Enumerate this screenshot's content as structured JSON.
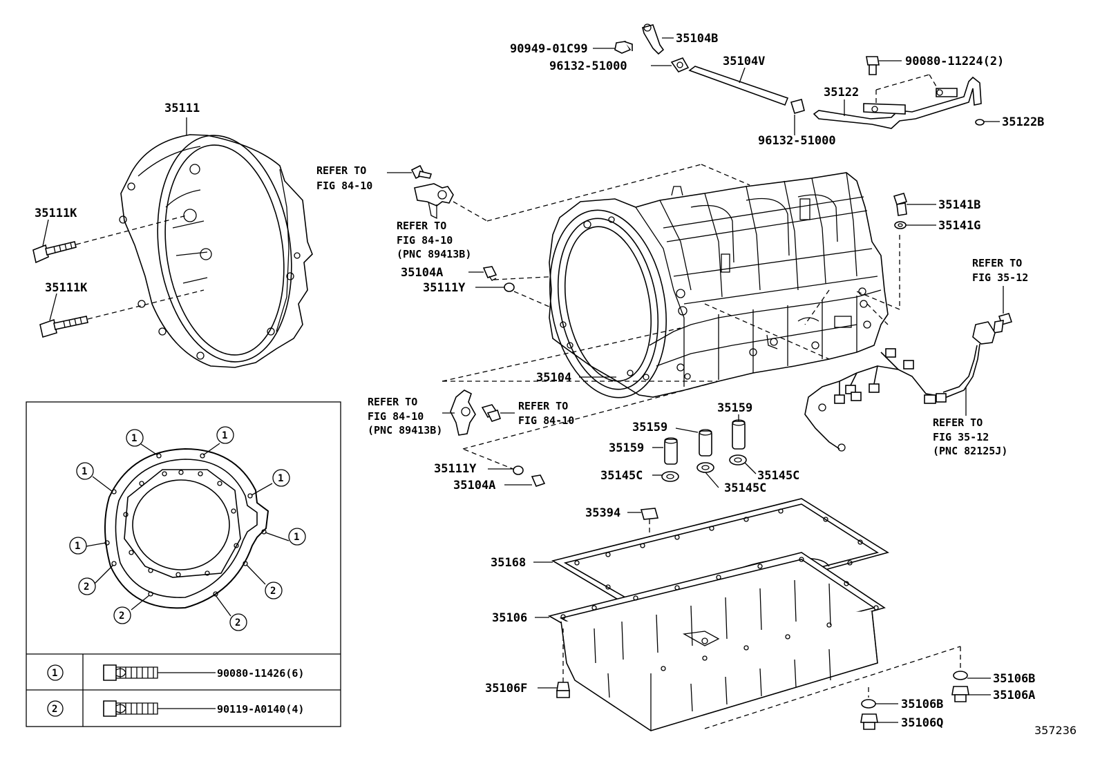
{
  "callouts": {
    "p35111": "35111",
    "p35111k_a": "35111K",
    "p35111k_b": "35111K",
    "p90949": "90949-01C99",
    "p35104b": "35104B",
    "p96132_a": "96132-51000",
    "p35104v": "35104V",
    "p90080_11224": "90080-11224(2)",
    "p35122": "35122",
    "p35122b": "35122B",
    "p96132_b": "96132-51000",
    "p35141b": "35141B",
    "p35141g": "35141G",
    "p35104a_a": "35104A",
    "p35111y_a": "35111Y",
    "p35104": "35104",
    "p35159_a": "35159",
    "p35159_b": "35159",
    "p35159_c": "35159",
    "p35145c_a": "35145C",
    "p35145c_b": "35145C",
    "p35145c_c": "35145C",
    "p35111y_b": "35111Y",
    "p35104a_b": "35104A",
    "p35394": "35394",
    "p35168": "35168",
    "p35106": "35106",
    "p35106f": "35106F",
    "p35106b_a": "35106B",
    "p35106a": "35106A",
    "p35106b_b": "35106B",
    "p35106q": "35106Q"
  },
  "refs": {
    "r1": [
      "REFER TO",
      "FIG 84-10"
    ],
    "r2": [
      "REFER TO",
      "FIG 84-10",
      "(PNC 89413B)"
    ],
    "r3": [
      "REFER TO",
      "FIG 84-10",
      "(PNC 89413B)"
    ],
    "r4": [
      "REFER TO",
      "FIG 84-10"
    ],
    "r5": [
      "REFER TO",
      "FIG 35-12"
    ],
    "r6": [
      "REFER TO",
      "FIG 35-12",
      "(PNC 82125J)"
    ]
  },
  "legend": {
    "markers": [
      "1",
      "2"
    ],
    "rows": [
      {
        "marker": "1",
        "part": "90080-11426(6)"
      },
      {
        "marker": "2",
        "part": "90119-A0140(4)"
      }
    ]
  },
  "inset_markers": [
    "1",
    "1",
    "1",
    "1",
    "1",
    "1",
    "2",
    "2",
    "2",
    "2"
  ],
  "figure_id": "357236"
}
